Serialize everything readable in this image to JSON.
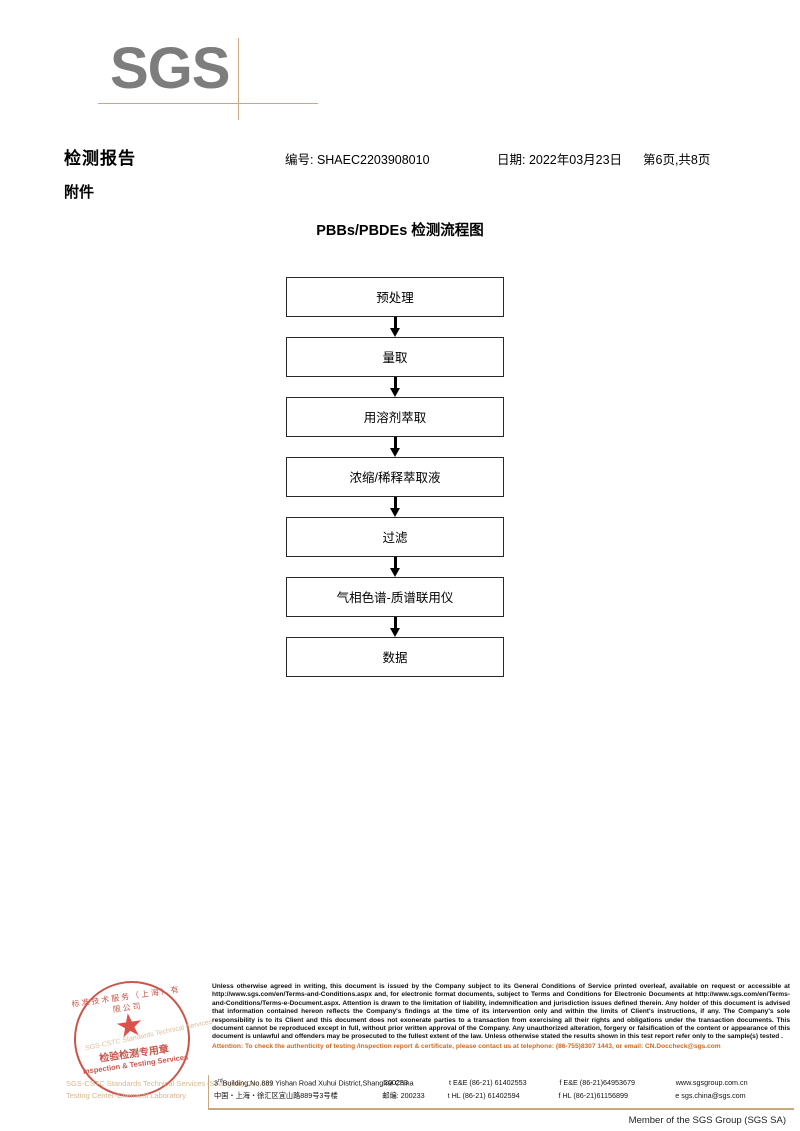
{
  "logo": {
    "text": "SGS"
  },
  "header": {
    "report_title": "检测报告",
    "report_no": "编号: SHAEC2203908010",
    "date": "日期: 2022年03月23日",
    "page": "第6页,共8页",
    "attachment": "附件"
  },
  "chart_title": "PBBs/PBDEs 检测流程图",
  "flow": {
    "nodes": [
      {
        "label": "预处理"
      },
      {
        "label": "量取"
      },
      {
        "label": "用溶剂萃取"
      },
      {
        "label": "浓缩/稀释萃取液"
      },
      {
        "label": "过滤"
      },
      {
        "label": "气相色谱-质谱联用仪"
      },
      {
        "label": "数据"
      }
    ]
  },
  "stamp": {
    "arc_top": "标准技术服务（上海）有限公司",
    "cn_label": "检验检测专用章",
    "en_label": "Inspection & Testing Services",
    "diagonal": "SGS-CSTC Standards Technical Services",
    "faded_line1": "SGS-CSTC Standards Technical Services (Shanghai) Co., Ltd.",
    "faded_line2": "Testing Center-Chemical Laboratory."
  },
  "footer": {
    "legal": "Unless otherwise agreed in writing, this document is issued by the Company subject to its General Conditions of Service printed overleaf, available on request or accessible at http://www.sgs.com/en/Terms-and-Conditions.aspx and, for electronic format documents, subject to Terms and Conditions for Electronic Documents at http://www.sgs.com/en/Terms-and-Conditions/Terms-e-Document.aspx. Attention is drawn to the limitation of liability, indemnification and jurisdiction issues defined therein. Any holder of this document is advised that information contained hereon reflects the Company's findings at the time of its intervention only and within the limits of Client's instructions, if any. The Company's sole responsibility is to its Client and this document does not exonerate parties to a transaction from exercising all their rights and obligations under the transaction documents. This document cannot be reproduced except in full, without prior written approval of the Company. Any unauthorized alteration, forgery or falsification of the content or appearance of this document is unlawful and offenders may be prosecuted to the fullest extent of the law. Unless otherwise stated the results shown in this test report refer only to the sample(s) tested .",
    "attention": "Attention: To check the authenticity of testing /inspection report & certificate, please contact us at telephone: (86-755)8307 1443, or email: CN.Doccheck@sgs.com",
    "address_en": "Building,No.889 Yishan Road Xuhui District,Shanghai China",
    "address_en_prefix": "3",
    "address_en_sup": "rd",
    "postcode_en": "200233",
    "phone_en": "t E&E (86-21) 61402553",
    "fax_en": "f E&E (86-21)64953679",
    "web": "www.sgsgroup.com.cn",
    "address_cn": "中国・上海・徐汇区宜山路889号3号楼",
    "postcode_cn": "邮编: 200233",
    "phone_cn": "t HL (86-21) 61402594",
    "fax_cn": "f HL (86-21)61156899",
    "email": "e sgs.china@sgs.com",
    "member": "Member of the SGS Group (SGS SA)",
    "accent_color": "#c8a87c",
    "attention_color": "#d2691e",
    "stamp_color": "#c0392b"
  }
}
